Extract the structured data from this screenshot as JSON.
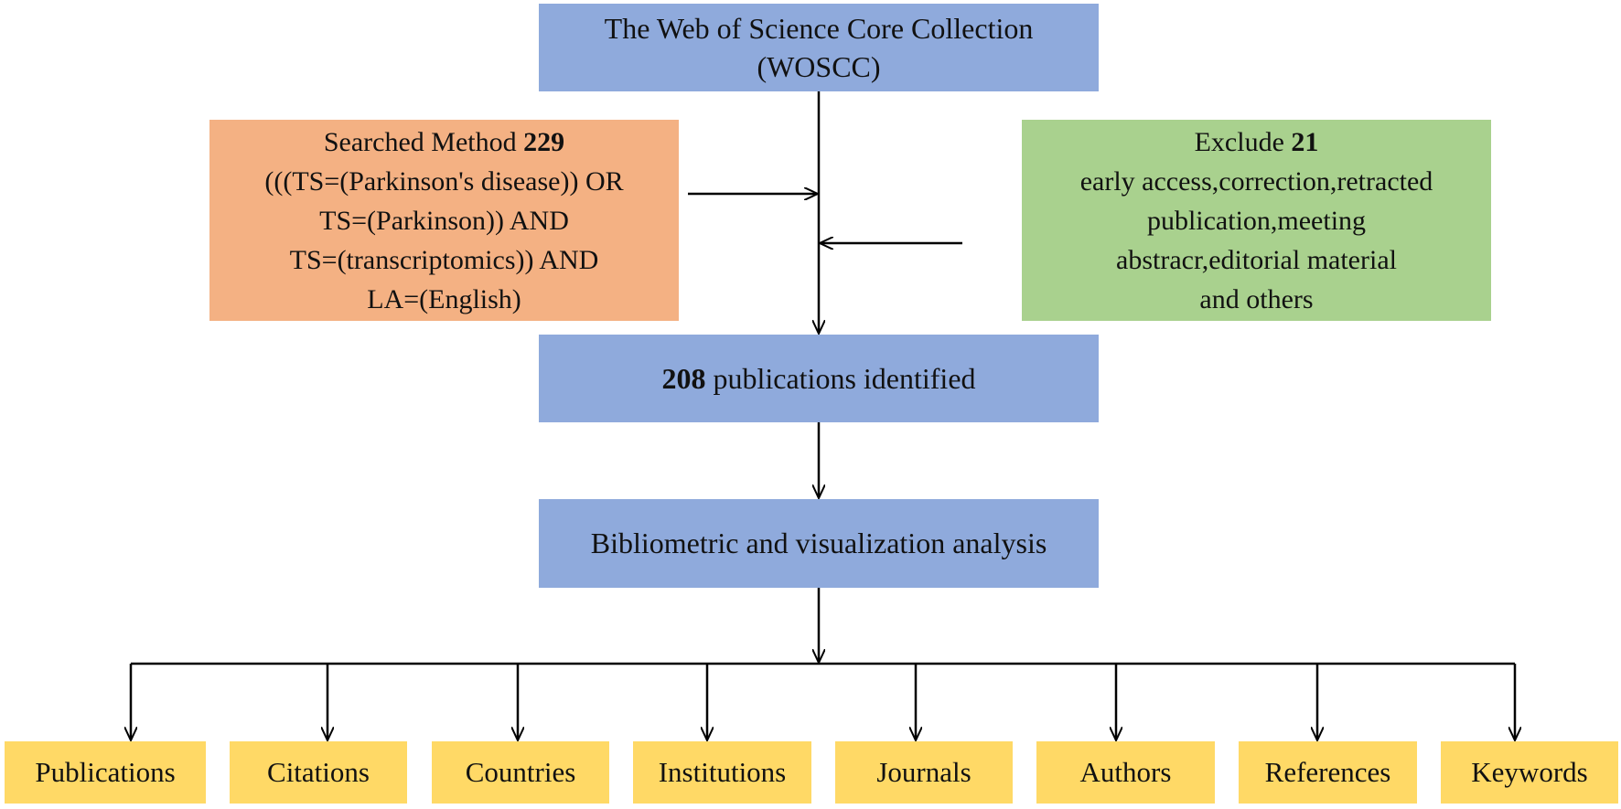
{
  "top_box": {
    "line1": "The Web of Science Core Collection",
    "line2": "(WOSCC)"
  },
  "search_box": {
    "label": "Searched Method",
    "count": "229",
    "lines": [
      "(((TS=(Parkinson's disease)) OR",
      "TS=(Parkinson)) AND",
      "TS=(transcriptomics)) AND",
      "LA=(English)"
    ]
  },
  "exclude_box": {
    "label": "Exclude",
    "count": "21",
    "lines": [
      "early access,correction,retracted",
      "publication,meeting",
      "abstracr,editorial material",
      "and others"
    ]
  },
  "identified_box": {
    "count": "208",
    "label": "publications identified"
  },
  "analysis_box": {
    "label": "Bibliometric and visualization analysis"
  },
  "outputs": [
    "Publications",
    "Citations",
    "Countries",
    "Institutions",
    "Journals",
    "Authors",
    "References",
    "Keywords"
  ],
  "colors": {
    "blue": "#8faadc",
    "orange": "#f4b183",
    "green": "#a9d18e",
    "yellow": "#ffd966"
  }
}
